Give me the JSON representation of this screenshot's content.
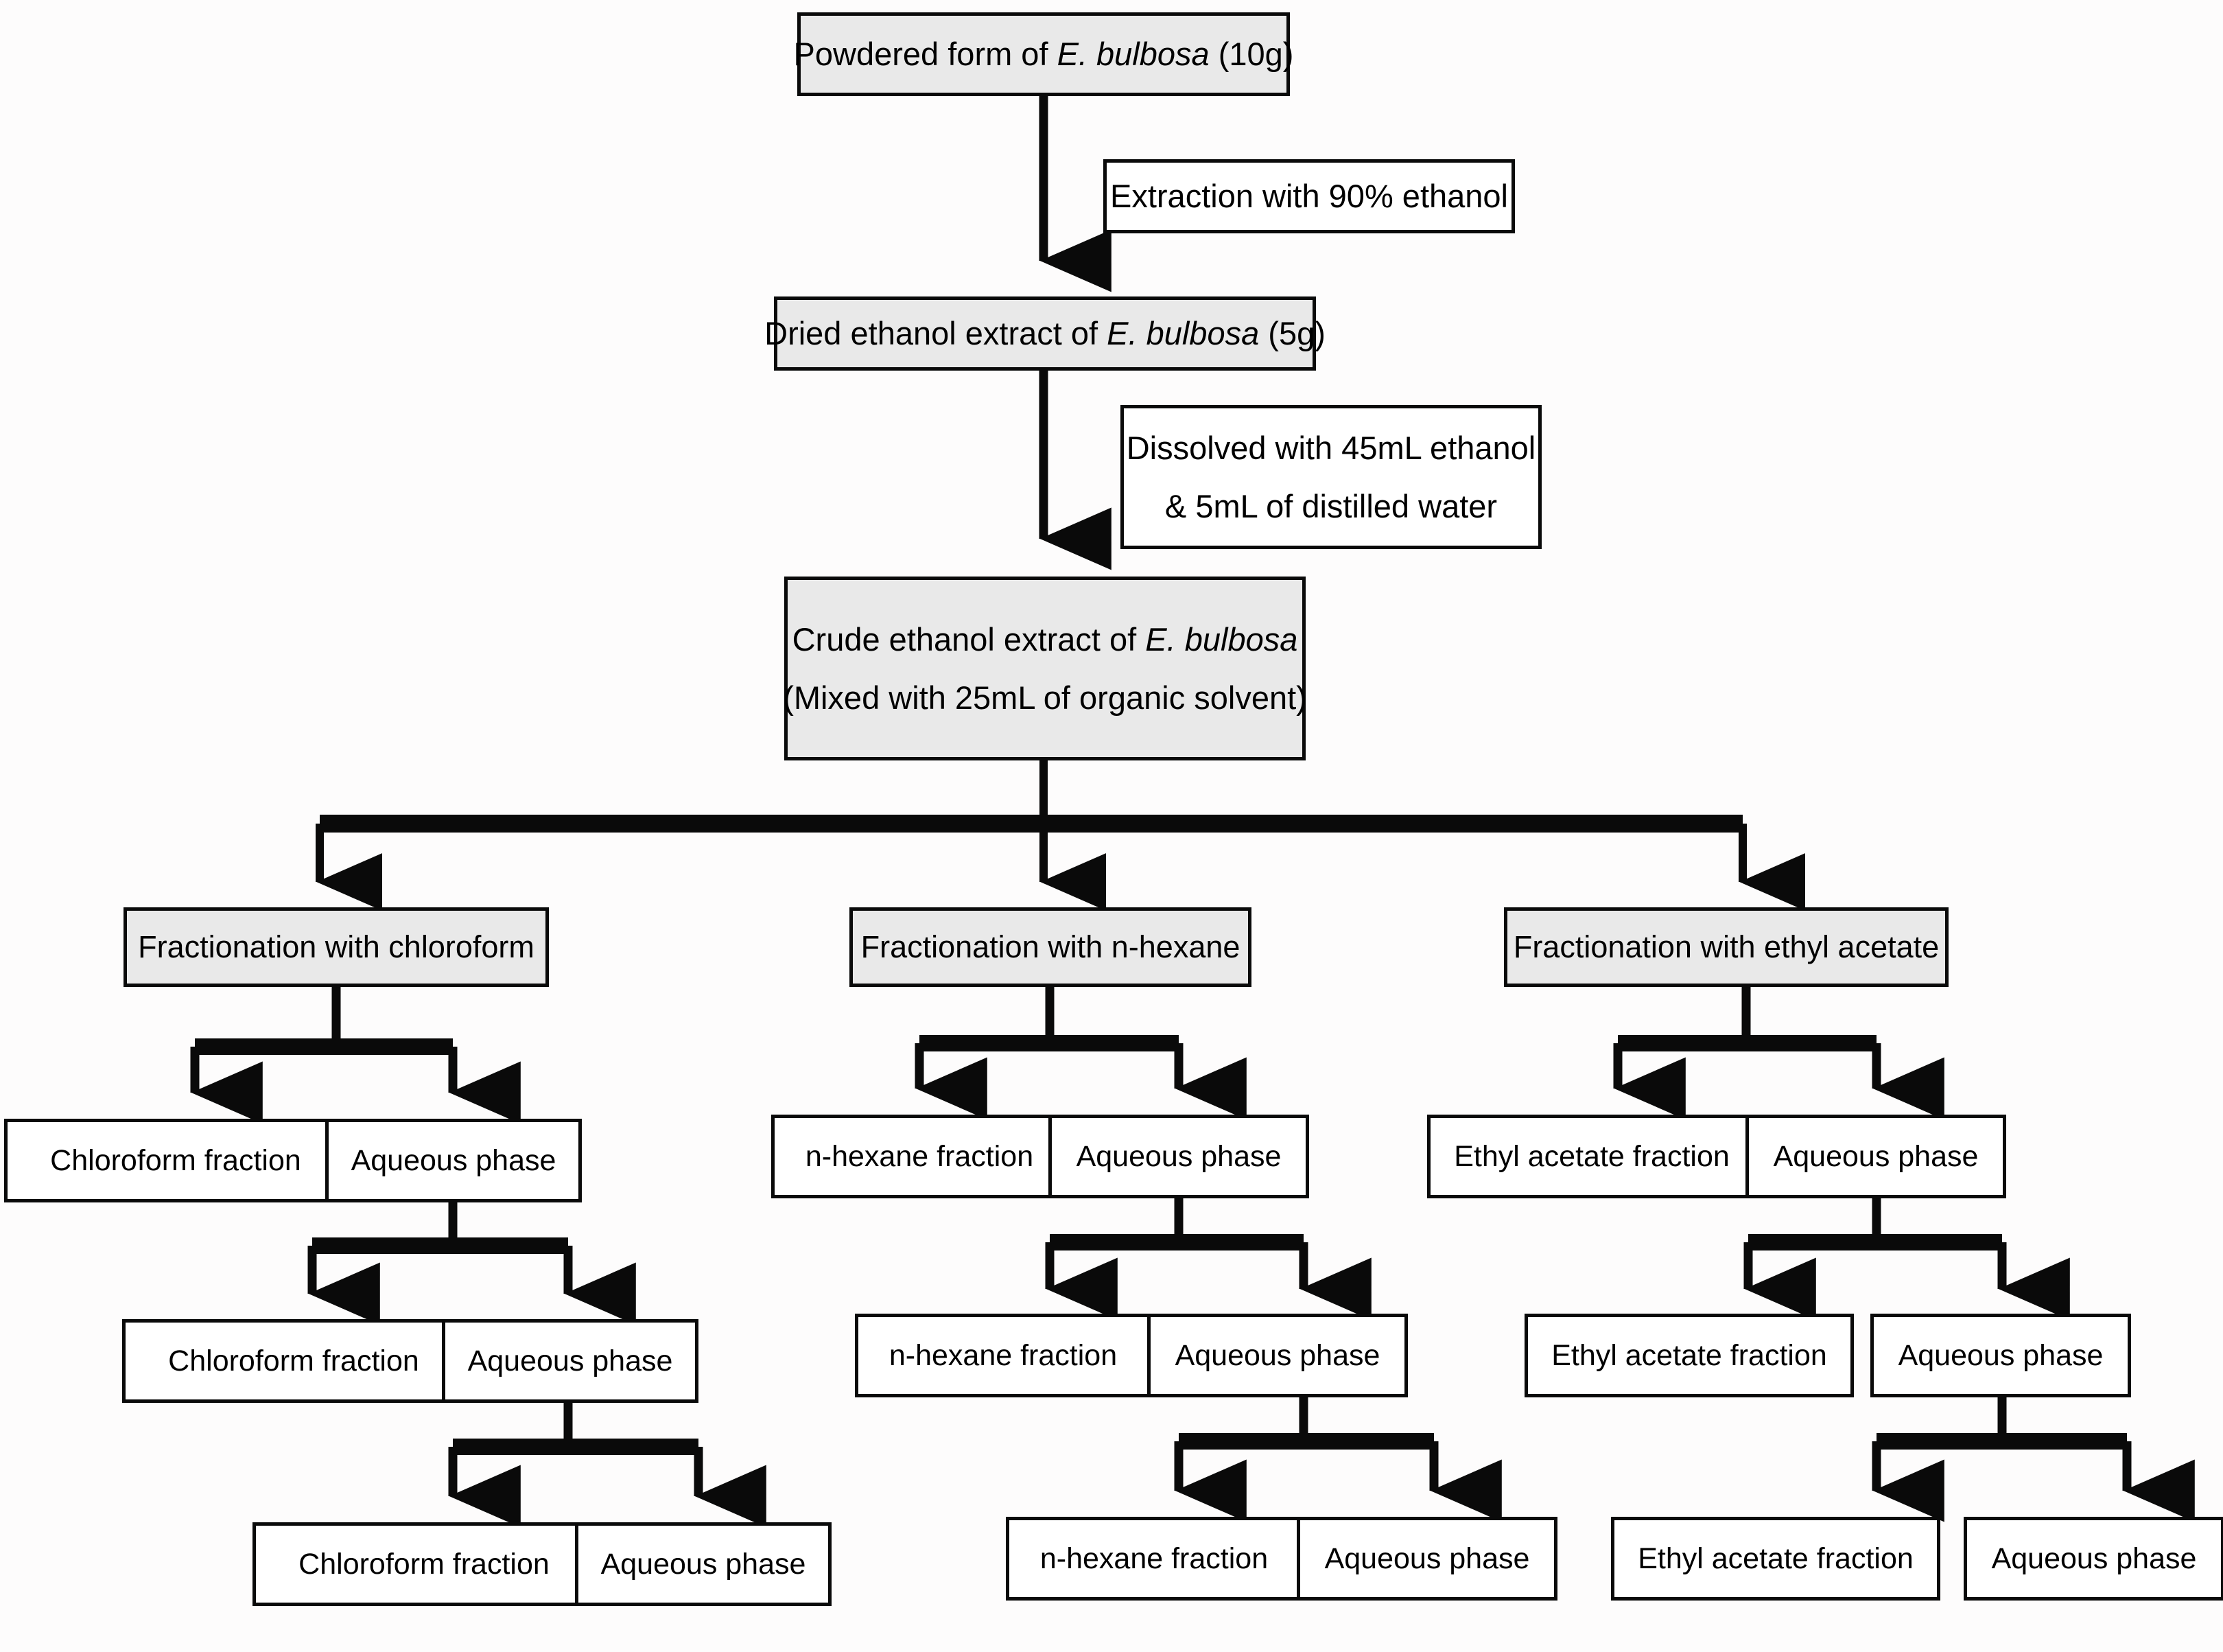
{
  "diagram": {
    "title": "Extraction and fractionation scheme of E. bulbosa",
    "type": "flowchart",
    "colors": {
      "stroke": "#0a0a0a",
      "process_fill": "#e9e9e9",
      "result_fill": "#ffffff",
      "background": "#fdfcfc"
    },
    "nodes": {
      "powdered": {
        "text": "Powdered form of E. bulbosa (10g)",
        "pre": "Powdered form of ",
        "italic": "E. bulbosa",
        "post": " (10g)",
        "style": "shaded"
      },
      "extraction_note": {
        "text": "Extraction with 90% ethanol",
        "style": "plain"
      },
      "dried": {
        "text": "Dried ethanol extract of E. bulbosa (5g)",
        "pre": "Dried ethanol extract of ",
        "italic": "E. bulbosa",
        "post": " (5g)",
        "style": "shaded"
      },
      "dissolve_note_l1": {
        "text": "Dissolved with 45mL ethanol"
      },
      "dissolve_note_l2": {
        "text": "& 5mL of distilled water"
      },
      "crude_l1": {
        "pre": "Crude ethanol extract of ",
        "italic": "E. bulbosa",
        "post": ""
      },
      "crude_l2": {
        "text": "(Mixed with 25mL of organic solvent)"
      },
      "frac_chloroform": {
        "text": "Fractionation with chloroform",
        "style": "shaded"
      },
      "frac_hexane": {
        "text": "Fractionation with n-hexane",
        "style": "shaded"
      },
      "frac_ethylacetate": {
        "text": "Fractionation with ethyl acetate",
        "style": "shaded"
      }
    },
    "branches": [
      {
        "id": "chloroform",
        "header": "Fractionation with chloroform",
        "fraction_label": "Chloroform fraction",
        "aqueous_label": "Aqueous phase",
        "levels": 3
      },
      {
        "id": "n-hexane",
        "header": "Fractionation with n-hexane",
        "fraction_label": "n-hexane fraction",
        "aqueous_label": "Aqueous phase",
        "levels": 3
      },
      {
        "id": "ethyl-acetate",
        "header": "Fractionation with ethyl acetate",
        "fraction_label": "Ethyl acetate fraction",
        "aqueous_label": "Aqueous phase",
        "levels": 3
      }
    ]
  }
}
